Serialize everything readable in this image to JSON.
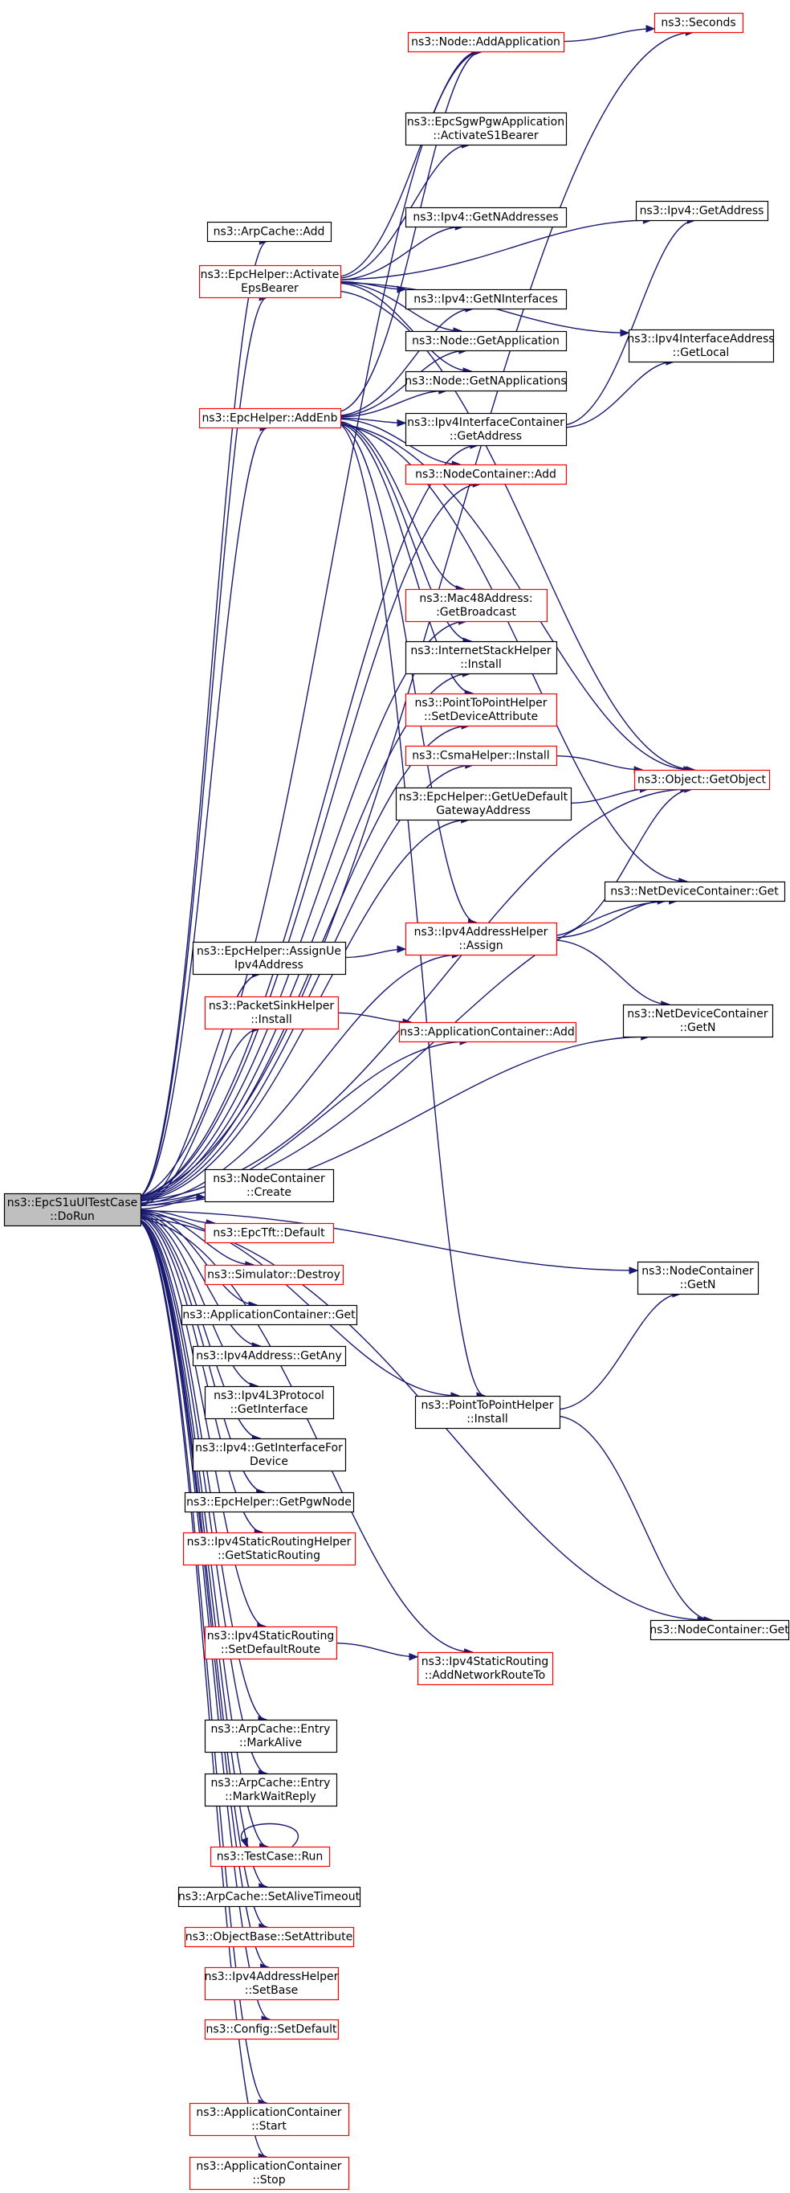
{
  "colors": {
    "edge": "#191970",
    "border_normal": "#000000",
    "border_highlight": "#ff0000",
    "fill_normal": "#ffffff",
    "fill_root": "#bfbfbf"
  },
  "nodes": [
    {
      "id": "root",
      "lines": [
        "ns3::EpcS1uUlTestCase",
        "::DoRun"
      ],
      "style": "root"
    },
    {
      "id": "seconds",
      "lines": [
        "ns3::Seconds"
      ],
      "style": "highlight"
    },
    {
      "id": "node_addapp",
      "lines": [
        "ns3::Node::AddApplication"
      ],
      "style": "highlight"
    },
    {
      "id": "sgw_activate",
      "lines": [
        "ns3::EpcSgwPgwApplication",
        "::ActivateS1Bearer"
      ],
      "style": "normal"
    },
    {
      "id": "ipv4_getaddress",
      "lines": [
        "ns3::Ipv4::GetAddress"
      ],
      "style": "normal"
    },
    {
      "id": "ipv4_getnaddresses",
      "lines": [
        "ns3::Ipv4::GetNAddresses"
      ],
      "style": "normal"
    },
    {
      "id": "arpcache_add",
      "lines": [
        "ns3::ArpCache::Add"
      ],
      "style": "normal"
    },
    {
      "id": "epc_activate",
      "lines": [
        "ns3::EpcHelper::Activate",
        "EpsBearer"
      ],
      "style": "highlight"
    },
    {
      "id": "ipv4_getninterfaces",
      "lines": [
        "ns3::Ipv4::GetNInterfaces"
      ],
      "style": "normal"
    },
    {
      "id": "ipv4ifaddr_getlocal",
      "lines": [
        "ns3::Ipv4InterfaceAddress",
        "::GetLocal"
      ],
      "style": "normal"
    },
    {
      "id": "node_getapp",
      "lines": [
        "ns3::Node::GetApplication"
      ],
      "style": "normal"
    },
    {
      "id": "node_getnapps",
      "lines": [
        "ns3::Node::GetNApplications"
      ],
      "style": "normal"
    },
    {
      "id": "ipv4ifc_getaddress",
      "lines": [
        "ns3::Ipv4InterfaceContainer",
        "::GetAddress"
      ],
      "style": "normal"
    },
    {
      "id": "nodecontainer_add",
      "lines": [
        "ns3::NodeContainer::Add"
      ],
      "style": "highlight"
    },
    {
      "id": "epc_addenb",
      "lines": [
        "ns3::EpcHelper::AddEnb"
      ],
      "style": "highlight"
    },
    {
      "id": "mac48_getbroadcast",
      "lines": [
        "ns3::Mac48Address:",
        ":GetBroadcast"
      ],
      "style": "highlight"
    },
    {
      "id": "internetstack_install",
      "lines": [
        "ns3::InternetStackHelper",
        "::Install"
      ],
      "style": "normal"
    },
    {
      "id": "p2p_setdeviceattr",
      "lines": [
        "ns3::PointToPointHelper",
        "::SetDeviceAttribute"
      ],
      "style": "highlight"
    },
    {
      "id": "csma_install",
      "lines": [
        "ns3::CsmaHelper::Install"
      ],
      "style": "highlight"
    },
    {
      "id": "object_getobject",
      "lines": [
        "ns3::Object::GetObject"
      ],
      "style": "highlight"
    },
    {
      "id": "epc_getuedefault",
      "lines": [
        "ns3::EpcHelper::GetUeDefault",
        "GatewayAddress"
      ],
      "style": "normal"
    },
    {
      "id": "netdevice_get",
      "lines": [
        "ns3::NetDeviceContainer::Get"
      ],
      "style": "normal"
    },
    {
      "id": "epc_assignue",
      "lines": [
        "ns3::EpcHelper::AssignUe",
        "Ipv4Address"
      ],
      "style": "normal"
    },
    {
      "id": "ipv4addr_assign",
      "lines": [
        "ns3::Ipv4AddressHelper",
        "::Assign"
      ],
      "style": "highlight"
    },
    {
      "id": "packetsink_install",
      "lines": [
        "ns3::PacketSinkHelper",
        "::Install"
      ],
      "style": "highlight"
    },
    {
      "id": "appcontainer_add",
      "lines": [
        "ns3::ApplicationContainer::Add"
      ],
      "style": "highlight"
    },
    {
      "id": "netdevice_getn",
      "lines": [
        "ns3::NetDeviceContainer",
        "::GetN"
      ],
      "style": "normal"
    },
    {
      "id": "nodecontainer_create",
      "lines": [
        "ns3::NodeContainer",
        "::Create"
      ],
      "style": "normal"
    },
    {
      "id": "epctft_default",
      "lines": [
        "ns3::EpcTft::Default"
      ],
      "style": "highlight"
    },
    {
      "id": "nodecontainer_getn",
      "lines": [
        "ns3::NodeContainer",
        "::GetN"
      ],
      "style": "normal"
    },
    {
      "id": "simulator_destroy",
      "lines": [
        "ns3::Simulator::Destroy"
      ],
      "style": "highlight"
    },
    {
      "id": "appcontainer_get",
      "lines": [
        "ns3::ApplicationContainer::Get"
      ],
      "style": "normal"
    },
    {
      "id": "ipv4address_getany",
      "lines": [
        "ns3::Ipv4Address::GetAny"
      ],
      "style": "normal"
    },
    {
      "id": "ipv4l3_getinterface",
      "lines": [
        "ns3::Ipv4L3Protocol",
        "::GetInterface"
      ],
      "style": "normal"
    },
    {
      "id": "p2p_install",
      "lines": [
        "ns3::PointToPointHelper",
        "::Install"
      ],
      "style": "normal"
    },
    {
      "id": "ipv4_getifacefordevice",
      "lines": [
        "ns3::Ipv4::GetInterfaceFor",
        "Device"
      ],
      "style": "normal"
    },
    {
      "id": "epc_getpgwnode",
      "lines": [
        "ns3::EpcHelper::GetPgwNode"
      ],
      "style": "normal"
    },
    {
      "id": "ipv4static_getstatic",
      "lines": [
        "ns3::Ipv4StaticRoutingHelper",
        "::GetStaticRouting"
      ],
      "style": "highlight"
    },
    {
      "id": "nodecontainer_get",
      "lines": [
        "ns3::NodeContainer::Get"
      ],
      "style": "normal"
    },
    {
      "id": "ipv4static_setdefault",
      "lines": [
        "ns3::Ipv4StaticRouting",
        "::SetDefaultRoute"
      ],
      "style": "highlight"
    },
    {
      "id": "ipv4static_addnetwork",
      "lines": [
        "ns3::Ipv4StaticRouting",
        "::AddNetworkRouteTo"
      ],
      "style": "highlight"
    },
    {
      "id": "arpentry_markalive",
      "lines": [
        "ns3::ArpCache::Entry",
        "::MarkAlive"
      ],
      "style": "normal"
    },
    {
      "id": "arpentry_markwaitreply",
      "lines": [
        "ns3::ArpCache::Entry",
        "::MarkWaitReply"
      ],
      "style": "normal"
    },
    {
      "id": "testcase_run",
      "lines": [
        "ns3::TestCase::Run"
      ],
      "style": "highlight"
    },
    {
      "id": "arpcache_setalivetimeout",
      "lines": [
        "ns3::ArpCache::SetAliveTimeout"
      ],
      "style": "normal"
    },
    {
      "id": "objectbase_setattribute",
      "lines": [
        "ns3::ObjectBase::SetAttribute"
      ],
      "style": "highlight"
    },
    {
      "id": "ipv4addr_setbase",
      "lines": [
        "ns3::Ipv4AddressHelper",
        "::SetBase"
      ],
      "style": "highlight"
    },
    {
      "id": "config_setdefault",
      "lines": [
        "ns3::Config::SetDefault"
      ],
      "style": "highlight"
    },
    {
      "id": "appcontainer_start",
      "lines": [
        "ns3::ApplicationContainer",
        "::Start"
      ],
      "style": "highlight"
    },
    {
      "id": "appcontainer_stop",
      "lines": [
        "ns3::ApplicationContainer",
        "::Stop"
      ],
      "style": "highlight"
    }
  ],
  "edges": [
    [
      "root",
      "seconds"
    ],
    [
      "root",
      "node_addapp"
    ],
    [
      "root",
      "arpcache_add"
    ],
    [
      "root",
      "epc_activate"
    ],
    [
      "root",
      "ipv4ifc_getaddress"
    ],
    [
      "root",
      "nodecontainer_add"
    ],
    [
      "root",
      "epc_addenb"
    ],
    [
      "root",
      "mac48_getbroadcast"
    ],
    [
      "root",
      "internetstack_install"
    ],
    [
      "root",
      "p2p_setdeviceattr"
    ],
    [
      "root",
      "csma_install"
    ],
    [
      "root",
      "epc_getuedefault"
    ],
    [
      "root",
      "object_getobject"
    ],
    [
      "root",
      "netdevice_get"
    ],
    [
      "root",
      "ipv4addr_assign"
    ],
    [
      "root",
      "epc_assignue"
    ],
    [
      "root",
      "packetsink_install"
    ],
    [
      "root",
      "appcontainer_add"
    ],
    [
      "root",
      "netdevice_getn"
    ],
    [
      "root",
      "nodecontainer_create"
    ],
    [
      "root",
      "nodecontainer_getn"
    ],
    [
      "root",
      "epctft_default"
    ],
    [
      "root",
      "simulator_destroy"
    ],
    [
      "root",
      "appcontainer_get"
    ],
    [
      "root",
      "ipv4address_getany"
    ],
    [
      "root",
      "ipv4l3_getinterface"
    ],
    [
      "root",
      "ipv4_getifacefordevice"
    ],
    [
      "root",
      "p2p_install"
    ],
    [
      "root",
      "epc_getpgwnode"
    ],
    [
      "root",
      "ipv4static_getstatic"
    ],
    [
      "root",
      "ipv4static_setdefault"
    ],
    [
      "root",
      "ipv4static_addnetwork"
    ],
    [
      "root",
      "arpentry_markalive"
    ],
    [
      "root",
      "arpentry_markwaitreply"
    ],
    [
      "root",
      "testcase_run"
    ],
    [
      "root",
      "arpcache_setalivetimeout"
    ],
    [
      "root",
      "objectbase_setattribute"
    ],
    [
      "root",
      "ipv4addr_setbase"
    ],
    [
      "root",
      "config_setdefault"
    ],
    [
      "root",
      "nodecontainer_get"
    ],
    [
      "root",
      "appcontainer_start"
    ],
    [
      "root",
      "appcontainer_stop"
    ],
    [
      "node_addapp",
      "seconds"
    ],
    [
      "epc_activate",
      "node_addapp"
    ],
    [
      "epc_activate",
      "sgw_activate"
    ],
    [
      "epc_activate",
      "ipv4_getaddress"
    ],
    [
      "epc_activate",
      "ipv4_getnaddresses"
    ],
    [
      "epc_activate",
      "ipv4_getninterfaces"
    ],
    [
      "epc_activate",
      "ipv4ifaddr_getlocal"
    ],
    [
      "epc_activate",
      "node_getapp"
    ],
    [
      "epc_activate",
      "node_getnapps"
    ],
    [
      "epc_activate",
      "object_getobject"
    ],
    [
      "ipv4ifc_getaddress",
      "ipv4_getaddress"
    ],
    [
      "ipv4ifc_getaddress",
      "ipv4ifaddr_getlocal"
    ],
    [
      "epc_addenb",
      "node_addapp"
    ],
    [
      "epc_addenb",
      "ipv4ifc_getaddress"
    ],
    [
      "epc_addenb",
      "nodecontainer_add"
    ],
    [
      "epc_addenb",
      "mac48_getbroadcast"
    ],
    [
      "epc_addenb",
      "internetstack_install"
    ],
    [
      "epc_addenb",
      "p2p_setdeviceattr"
    ],
    [
      "epc_addenb",
      "object_getobject"
    ],
    [
      "epc_addenb",
      "netdevice_get"
    ],
    [
      "epc_addenb",
      "ipv4addr_assign"
    ],
    [
      "epc_addenb",
      "p2p_install"
    ],
    [
      "epc_addenb",
      "ipv4_getninterfaces"
    ],
    [
      "epc_addenb",
      "node_getapp"
    ],
    [
      "epc_addenb",
      "node_getnapps"
    ],
    [
      "csma_install",
      "object_getobject"
    ],
    [
      "epc_getuedefault",
      "object_getobject"
    ],
    [
      "ipv4addr_assign",
      "object_getobject"
    ],
    [
      "ipv4addr_assign",
      "netdevice_get"
    ],
    [
      "ipv4addr_assign",
      "netdevice_getn"
    ],
    [
      "epc_assignue",
      "ipv4addr_assign"
    ],
    [
      "packetsink_install",
      "appcontainer_add"
    ],
    [
      "p2p_install",
      "nodecontainer_getn"
    ],
    [
      "p2p_install",
      "nodecontainer_get"
    ],
    [
      "ipv4static_setdefault",
      "ipv4static_addnetwork"
    ],
    [
      "testcase_run",
      "testcase_run"
    ]
  ]
}
